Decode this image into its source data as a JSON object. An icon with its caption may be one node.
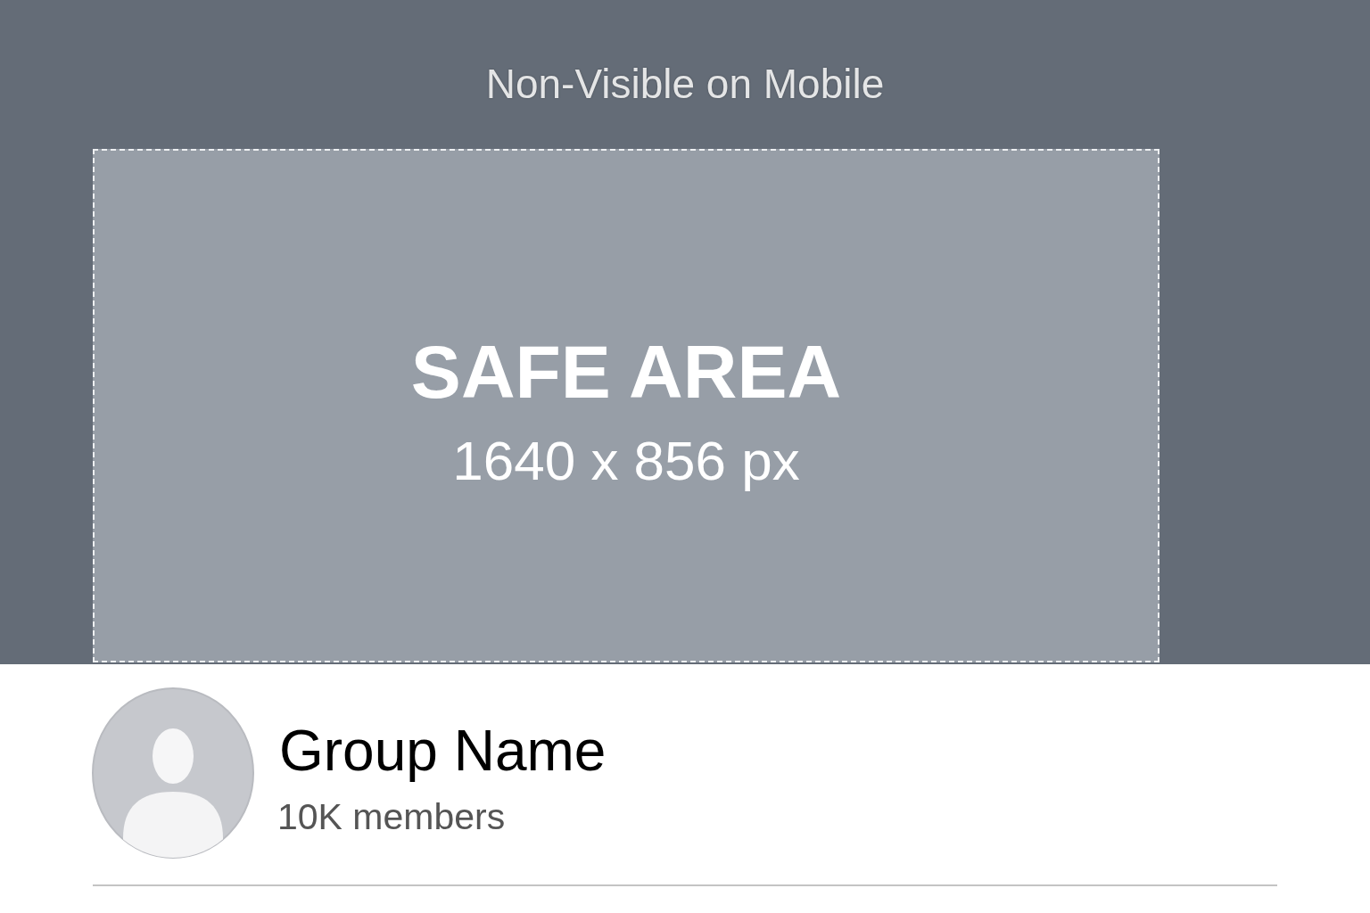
{
  "diagram": {
    "nodes": [
      {
        "text": [
          "Non-Visible on Mobile"
        ]
      },
      {
        "text": [
          "SAFE AREA",
          "1640 x 856 px"
        ],
        "in": 0
      }
    ],
    "labels": [
      "Group Name",
      "10K members"
    ]
  }
}
